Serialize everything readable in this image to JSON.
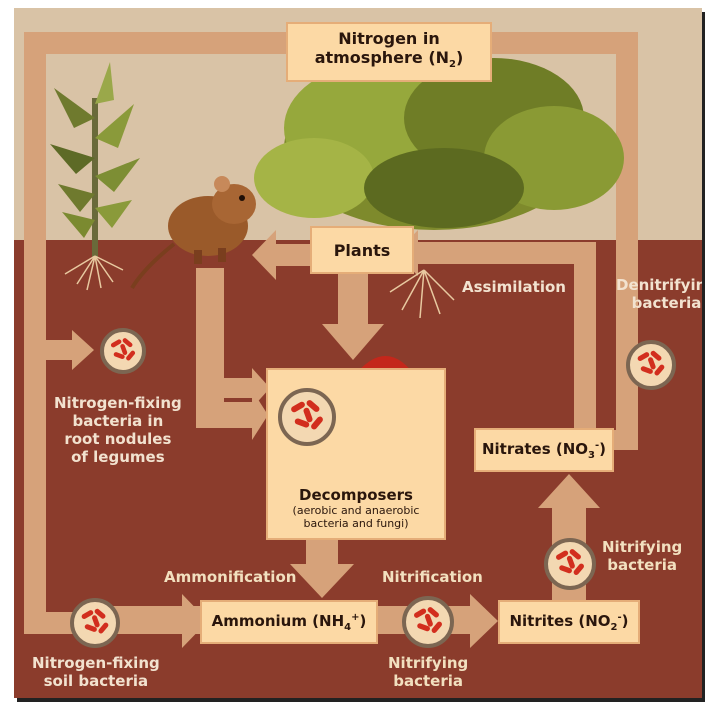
{
  "diagram": {
    "nodes": {
      "atmosphere": {
        "line1": "Nitrogen in",
        "line2_prefix": "atmosphere (N",
        "line2_sub": "2",
        "line2_suffix": ")"
      },
      "plants": {
        "label": "Plants"
      },
      "decomposers": {
        "title": "Decomposers",
        "detail_line1": "(aerobic and anaerobic",
        "detail_line2": "bacteria and fungi)"
      },
      "ammonium": {
        "prefix": "Ammonium (NH",
        "sub": "4",
        "sup": "+",
        "suffix": ")"
      },
      "nitrites": {
        "prefix": "Nitrites (NO",
        "sub": "2",
        "sup": "-",
        "suffix": ")"
      },
      "nitrates": {
        "prefix": "Nitrates (NO",
        "sub": "3",
        "sup": "-",
        "suffix": ")"
      }
    },
    "labels": {
      "assimilation": "Assimilation",
      "denitrifying": [
        "Denitrifying",
        "bacteria"
      ],
      "root_nodule_bacteria": [
        "Nitrogen-fixing",
        "bacteria in",
        "root nodules",
        "of legumes"
      ],
      "soil_bacteria": [
        "Nitrogen-fixing",
        "soil bacteria"
      ],
      "ammonification": "Ammonification",
      "nitrification": "Nitrification",
      "nitrifying_bottom": [
        "Nitrifying",
        "bacteria"
      ],
      "nitrifying_right": [
        "Nitrifying",
        "bacteria"
      ]
    },
    "colors": {
      "soil": "#8b3c2c",
      "sky": "#d9c3a6",
      "arrow": "#d6a27a",
      "box": "#fcd9a5"
    }
  }
}
